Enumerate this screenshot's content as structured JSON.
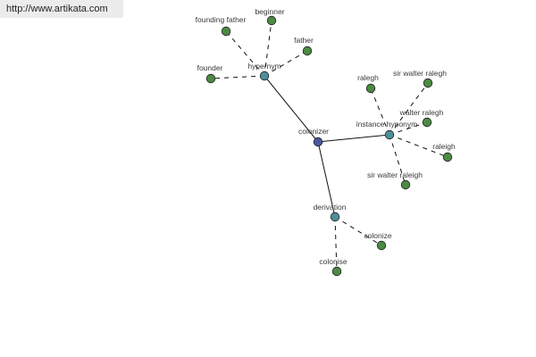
{
  "source_link": "http://www.artikata.com",
  "colors": {
    "center_node": "#4a56a0",
    "relation_node": "#4d8f98",
    "word_node": "#4c8a44",
    "edge": "#111111"
  },
  "nodes": [
    {
      "id": "colonizer",
      "label": "colonizer",
      "kind": "center"
    },
    {
      "id": "hypernym",
      "label": "hypernym",
      "kind": "relation"
    },
    {
      "id": "instance-hyponym",
      "label": "instance hyponym",
      "kind": "relation"
    },
    {
      "id": "derivation",
      "label": "derivation",
      "kind": "relation"
    },
    {
      "id": "founding-father",
      "label": "founding father",
      "kind": "word"
    },
    {
      "id": "beginner",
      "label": "beginner",
      "kind": "word"
    },
    {
      "id": "father",
      "label": "father",
      "kind": "word"
    },
    {
      "id": "founder",
      "label": "founder",
      "kind": "word"
    },
    {
      "id": "ralegh",
      "label": "ralegh",
      "kind": "word"
    },
    {
      "id": "sir-walter-ralegh",
      "label": "sir walter ralegh",
      "kind": "word"
    },
    {
      "id": "walter-ralegh",
      "label": "walter ralegh",
      "kind": "word"
    },
    {
      "id": "raleigh",
      "label": "raleigh",
      "kind": "word"
    },
    {
      "id": "sir-walter-raleigh",
      "label": "sir walter raleigh",
      "kind": "word"
    },
    {
      "id": "colonize",
      "label": "colonize",
      "kind": "word"
    },
    {
      "id": "colonise",
      "label": "colonise",
      "kind": "word"
    }
  ],
  "edges": [
    {
      "from": "colonizer",
      "to": "hypernym",
      "style": "solid"
    },
    {
      "from": "colonizer",
      "to": "instance-hyponym",
      "style": "solid"
    },
    {
      "from": "colonizer",
      "to": "derivation",
      "style": "solid"
    },
    {
      "from": "hypernym",
      "to": "founding-father",
      "style": "dashed"
    },
    {
      "from": "hypernym",
      "to": "beginner",
      "style": "dashed"
    },
    {
      "from": "hypernym",
      "to": "father",
      "style": "dashed"
    },
    {
      "from": "hypernym",
      "to": "founder",
      "style": "dashed"
    },
    {
      "from": "instance-hyponym",
      "to": "ralegh",
      "style": "dashed"
    },
    {
      "from": "instance-hyponym",
      "to": "sir-walter-ralegh",
      "style": "dashed"
    },
    {
      "from": "instance-hyponym",
      "to": "walter-ralegh",
      "style": "dashed"
    },
    {
      "from": "instance-hyponym",
      "to": "raleigh",
      "style": "dashed"
    },
    {
      "from": "instance-hyponym",
      "to": "sir-walter-raleigh",
      "style": "dashed"
    },
    {
      "from": "derivation",
      "to": "colonize",
      "style": "dashed"
    },
    {
      "from": "derivation",
      "to": "colonise",
      "style": "dashed"
    }
  ]
}
